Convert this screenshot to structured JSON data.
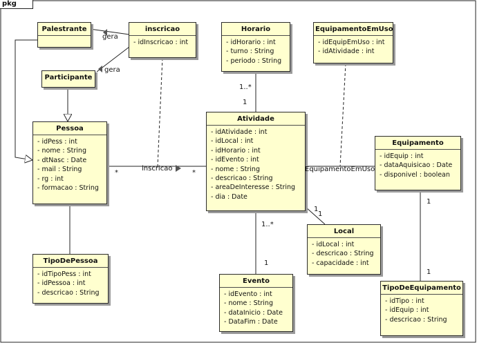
{
  "package_label": "pkg",
  "classes": {
    "palestrante": {
      "name": "Palestrante",
      "attrs": []
    },
    "inscricao": {
      "name": "inscricao",
      "attrs": [
        "- idInscricao : int"
      ]
    },
    "participante": {
      "name": "Participante",
      "attrs": []
    },
    "horario": {
      "name": "Horario",
      "attrs": [
        "- idHorario : int",
        "- turno : String",
        "- periodo : String"
      ]
    },
    "equipamentoemuso": {
      "name": "EquipamentoEmUso",
      "attrs": [
        "- idEquipEmUso : int",
        "- idAtividade : int"
      ]
    },
    "pessoa": {
      "name": "Pessoa",
      "attrs": [
        "- idPess : int",
        "- nome : String",
        "- dtNasc : Date",
        "- mail : String",
        "- rg : int",
        "- formacao : String"
      ]
    },
    "atividade": {
      "name": "Atividade",
      "attrs": [
        "- idAtividade : int",
        "- idLocal : int",
        "- idHorario : int",
        "- idEvento : int",
        "- nome : String",
        "- descricao : String",
        "- areaDeInteresse : String",
        "- dia : Date"
      ]
    },
    "equipamento": {
      "name": "Equipamento",
      "attrs": [
        "- idEquip : int",
        "- dataAquisicao : Date",
        "- disponivel : boolean"
      ]
    },
    "local": {
      "name": "Local",
      "attrs": [
        "- idLocal : int",
        "- descricao : String",
        "- capacidade : int"
      ]
    },
    "tipodepessoa": {
      "name": "TipoDePessoa",
      "attrs": [
        "- idTipoPess : int",
        "- idPessoa : int",
        "- descricao : String"
      ]
    },
    "evento": {
      "name": "Evento",
      "attrs": [
        "- idEvento : int",
        "- nome : String",
        "- dataInicio : Date",
        "- DataFim : Date"
      ]
    },
    "tipodeequipamento": {
      "name": "TipoDeEquipamento",
      "attrs": [
        "- idTipo : int",
        "- idEquip : int",
        "- descricao : String"
      ]
    }
  },
  "labels": {
    "gera_palestrante": "gera",
    "gera_participante": "gera",
    "inscricao_assoc": "inscricao",
    "inscricao_mult_left": "*",
    "inscricao_mult_right": "*",
    "equipamentoemuso_assoc": "EquipamentoEmUso",
    "horario_mult": "1..*",
    "horario_mult_bottom": "1",
    "local_mult_a": "1",
    "local_mult_b": "1",
    "evento_mult_top": "1..*",
    "evento_mult_bottom": "1",
    "tipoequip_mult_top": "1",
    "tipoequip_mult_bottom": "1"
  }
}
